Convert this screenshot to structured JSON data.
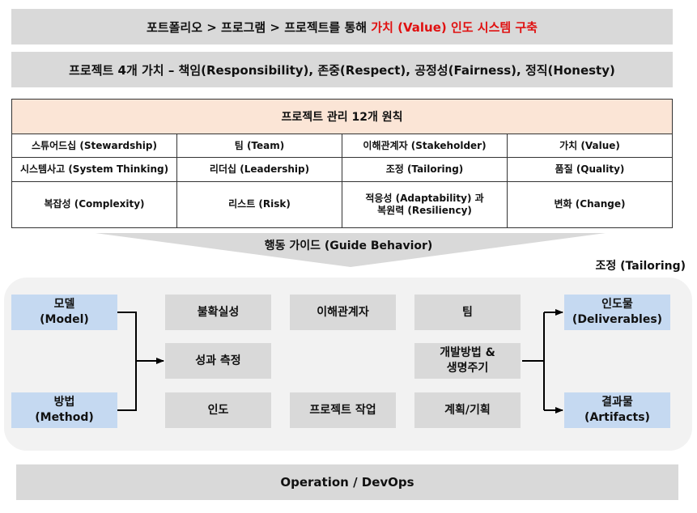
{
  "header": {
    "title_black": "포트폴리오 > 프로그램 > 프로젝트를 통해 ",
    "title_red": "가치 (Value) 인도 시스템 구축"
  },
  "values_bar": "프로젝트 4개 가치 – 책임(Responsibility), 존중(Respect), 공정성(Fairness), 정직(Honesty)",
  "principles": {
    "title": "프로젝트 관리 12개 원칙",
    "rows": [
      [
        "스튜어드십 (Stewardship)",
        "팀 (Team)",
        "이해관계자 (Stakeholder)",
        "가치 (Value)"
      ],
      [
        "시스템사고 (System Thinking)",
        "리더십 (Leadership)",
        "조정 (Tailoring)",
        "품질 (Quality)"
      ],
      [
        "복잡성 (Complexity)",
        "리스트 (Risk)",
        "적응성 (Adaptability) 과\n복원력 (Resiliency)",
        "변화 (Change)"
      ]
    ]
  },
  "guide": {
    "label": "행동 가이드 (Guide Behavior)"
  },
  "tailoring": {
    "label": "조정 (Tailoring)"
  },
  "inputs": {
    "model": "모델\n(Model)",
    "method": "방법\n(Method)"
  },
  "domains": {
    "uncertainty": "불확실성",
    "stakeholders": "이해관계자",
    "team": "팀",
    "performance": "성과 측정",
    "dev_approach": "개발방법 &\n생명주기",
    "delivery": "인도",
    "project_work": "프로젝트 작업",
    "planning": "계획/기획"
  },
  "outputs": {
    "deliverables": "인도물\n(Deliverables)",
    "artifacts": "결과물\n(Artifacts)"
  },
  "footer": "Operation / DevOps",
  "colors": {
    "red_accent": "#e01010",
    "box_blue": "#c5d9f1",
    "box_gray": "#d9d9d9",
    "table_header": "#fbe5d6",
    "panel": "#f2f2f2"
  }
}
